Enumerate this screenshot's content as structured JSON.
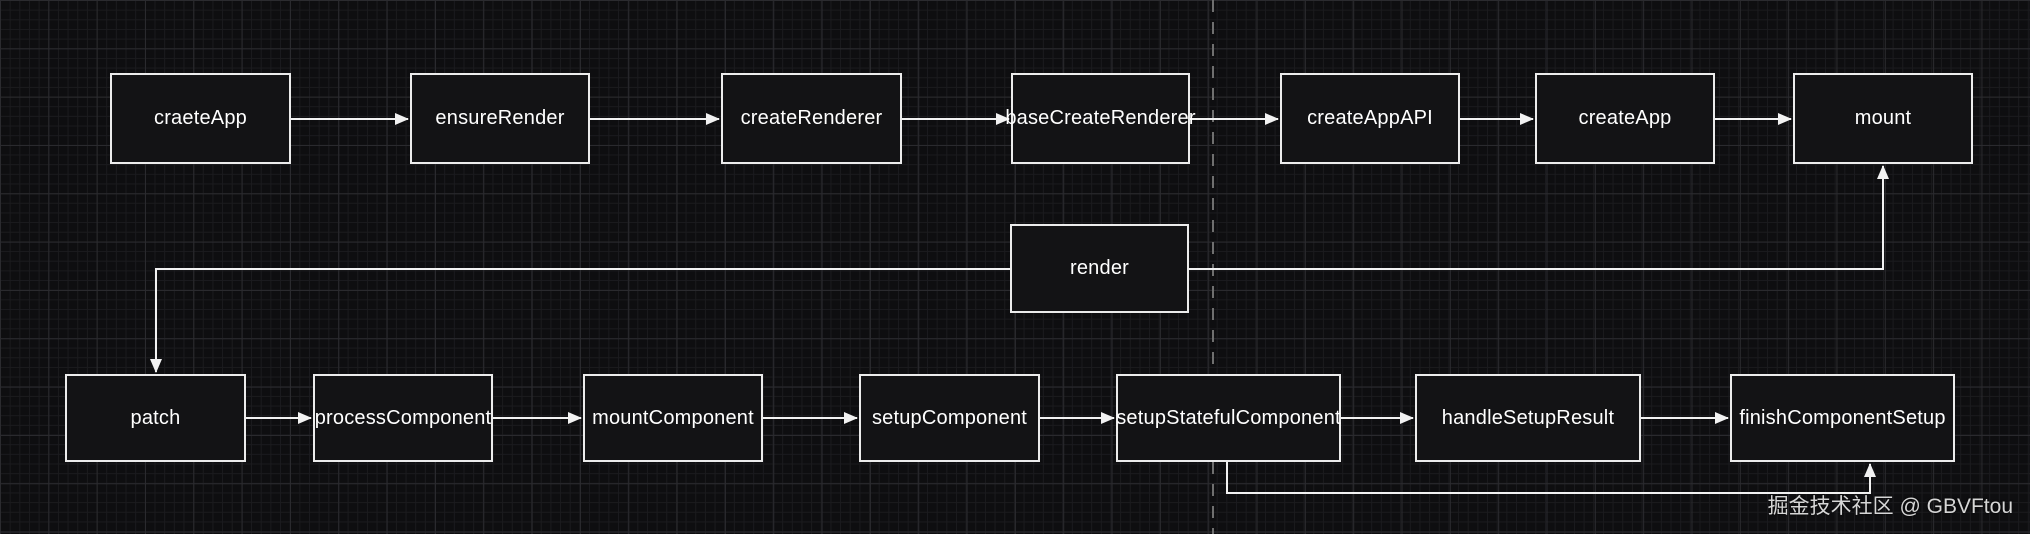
{
  "diagram": {
    "type": "flowchart",
    "theme": {
      "background": "#0e0e10",
      "grid_minor": "#1b1b1e",
      "grid_major": "#2b2b2f",
      "node_fill": "#131315",
      "node_border": "#ececec",
      "node_text": "#ffffff",
      "edge_color": "#f2f2f2",
      "divider_color": "#6f6f6f",
      "watermark_color": "#d6d6d6"
    },
    "top_flow": [
      "craeteApp",
      "ensureRender",
      "createRenderer",
      "baseCreateRenderer",
      "createAppAPI",
      "createApp",
      "mount"
    ],
    "mid_node": "render",
    "bottom_flow": [
      "patch",
      "processComponent",
      "mountComponent",
      "setupComponent",
      "setupStatefulComponent",
      "handleSetupResult",
      "finishComponentSetup"
    ],
    "edges": [
      {
        "from": "craeteApp",
        "to": "ensureRender"
      },
      {
        "from": "ensureRender",
        "to": "createRenderer"
      },
      {
        "from": "createRenderer",
        "to": "baseCreateRenderer"
      },
      {
        "from": "baseCreateRenderer",
        "to": "createAppAPI"
      },
      {
        "from": "createAppAPI",
        "to": "createApp"
      },
      {
        "from": "createApp",
        "to": "mount"
      },
      {
        "from": "render",
        "to": "mount"
      },
      {
        "from": "render",
        "to": "patch"
      },
      {
        "from": "patch",
        "to": "processComponent"
      },
      {
        "from": "processComponent",
        "to": "mountComponent"
      },
      {
        "from": "mountComponent",
        "to": "setupComponent"
      },
      {
        "from": "setupComponent",
        "to": "setupStatefulComponent"
      },
      {
        "from": "setupStatefulComponent",
        "to": "handleSetupResult"
      },
      {
        "from": "handleSetupResult",
        "to": "finishComponentSetup"
      },
      {
        "from": "setupStatefulComponent",
        "to": "finishComponentSetup"
      }
    ],
    "watermark": "掘金技术社区 @ GBVFtou"
  }
}
